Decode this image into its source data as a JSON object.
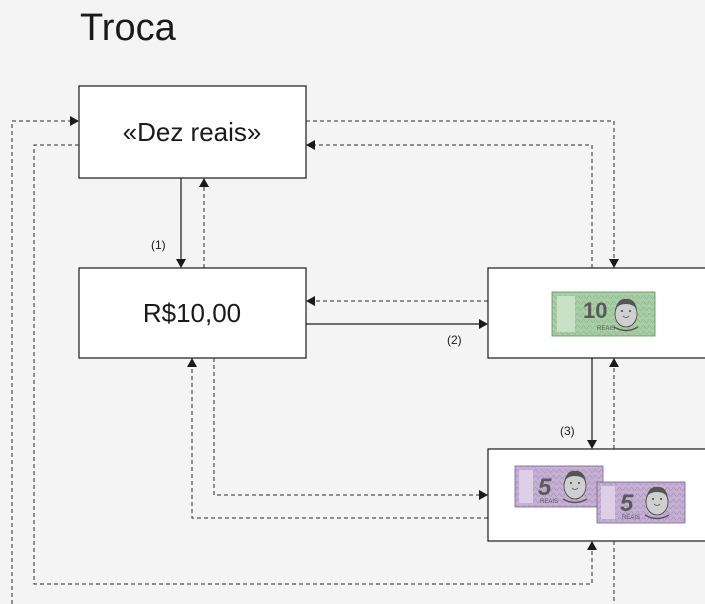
{
  "title": "Troca",
  "boxes": {
    "word": "«Dez reais»",
    "value": "R$10,00",
    "note_ten": {
      "icon": "ten-reais-banknote-icon",
      "denomination": "10",
      "text": "REAIS"
    },
    "notes_five": {
      "icon": "five-reais-banknotes-icon",
      "denomination": "5",
      "count": 2,
      "text": "REAIS"
    }
  },
  "labels": {
    "step1": "(1)",
    "step2": "(2)",
    "step3": "(3)"
  },
  "colors": {
    "background": "#f4f4f4",
    "line": "#1a1a1a",
    "note_green": "#9ec79c",
    "note_purple": "#b9a3c9"
  }
}
